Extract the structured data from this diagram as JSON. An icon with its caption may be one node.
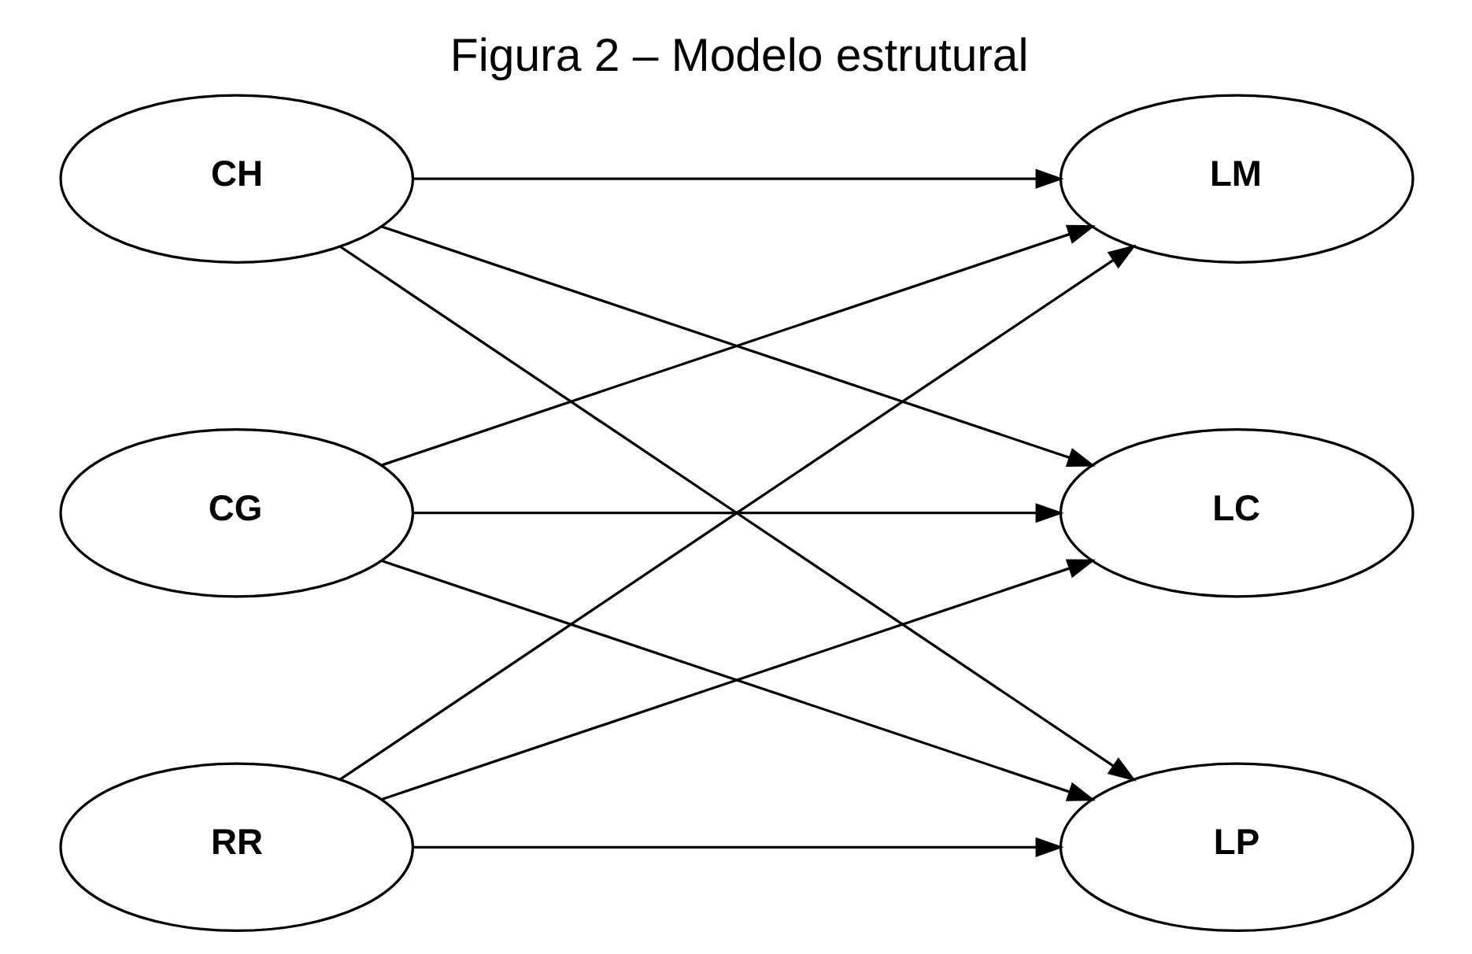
{
  "diagram": {
    "title": "Figura 2 – Modelo estrutural",
    "nodes": [
      {
        "text": [
          "CH"
        ]
      },
      {
        "text": [
          "CG"
        ]
      },
      {
        "text": [
          "RR"
        ]
      },
      {
        "text": [
          "LM"
        ]
      },
      {
        "text": [
          "LC"
        ]
      },
      {
        "text": [
          "LP"
        ]
      }
    ],
    "edges": [
      {
        "from": 0,
        "to": 3,
        "arrow": "to"
      },
      {
        "from": 0,
        "to": 4,
        "arrow": "to"
      },
      {
        "from": 0,
        "to": 5,
        "arrow": "to"
      },
      {
        "from": 1,
        "to": 3,
        "arrow": "to"
      },
      {
        "from": 1,
        "to": 4,
        "arrow": "to"
      },
      {
        "from": 1,
        "to": 5,
        "arrow": "to"
      },
      {
        "from": 2,
        "to": 3,
        "arrow": "to"
      },
      {
        "from": 2,
        "to": 4,
        "arrow": "to"
      },
      {
        "from": 2,
        "to": 5,
        "arrow": "to"
      }
    ]
  }
}
